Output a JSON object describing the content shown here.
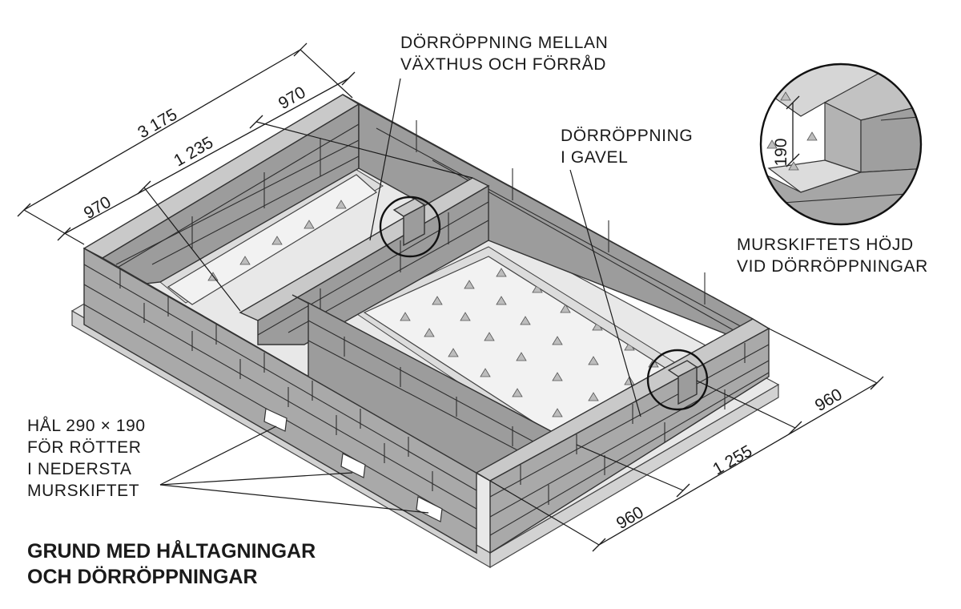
{
  "title": {
    "line1": "GRUND MED HÅLTAGNINGAR",
    "line2": "OCH DÖRRÖPPNINGAR"
  },
  "labels": {
    "door_between": {
      "line1": "DÖRRÖPPNING MELLAN",
      "line2": "VÄXTHUS OCH FÖRRÅD"
    },
    "door_gable": {
      "line1": "DÖRRÖPPNING",
      "line2": "I GAVEL"
    },
    "holes": {
      "line1": "HÅL 290 × 190",
      "line2": "FÖR RÖTTER",
      "line3": "I NEDERSTA",
      "line4": "MURSKIFTET"
    },
    "course_height": {
      "line1": "MURSKIFTETS HÖJD",
      "line2": "VID DÖRRÖPPNINGAR"
    }
  },
  "dimensions": {
    "total_length": "3 175",
    "left_segment": "970",
    "middle_segment": "1 235",
    "right_segment": "970",
    "front_left": "960",
    "front_middle": "1 255",
    "front_right": "960",
    "course_height": "190"
  },
  "colors": {
    "block_top": "#c9c9c9",
    "block_face": "#a9a9a9",
    "slab": "#e8e8e8",
    "floor": "#f2f2f2",
    "ink": "#1a1a1a"
  }
}
